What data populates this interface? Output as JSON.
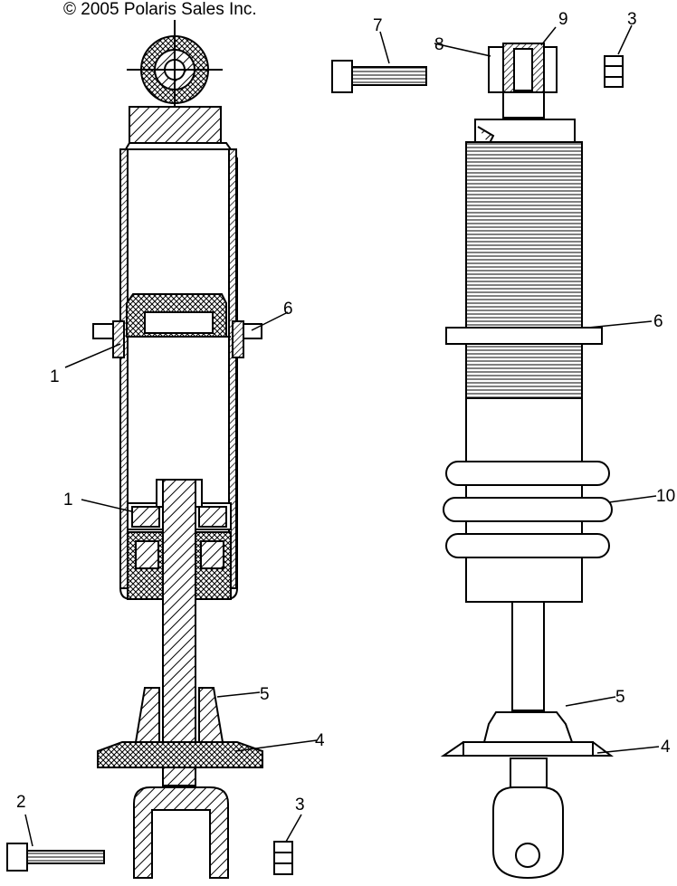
{
  "diagram": {
    "copyright": "© 2005 Polaris Sales Inc.",
    "callouts": {
      "c1_upper": "1",
      "c1_lower": "1",
      "c2": "2",
      "c3_top": "3",
      "c3_bottom": "3",
      "c4_left": "4",
      "c4_right": "4",
      "c5_left": "5",
      "c5_right": "5",
      "c6_left": "6",
      "c6_right": "6",
      "c7": "7",
      "c8": "8",
      "c9": "9",
      "c10": "10"
    }
  }
}
